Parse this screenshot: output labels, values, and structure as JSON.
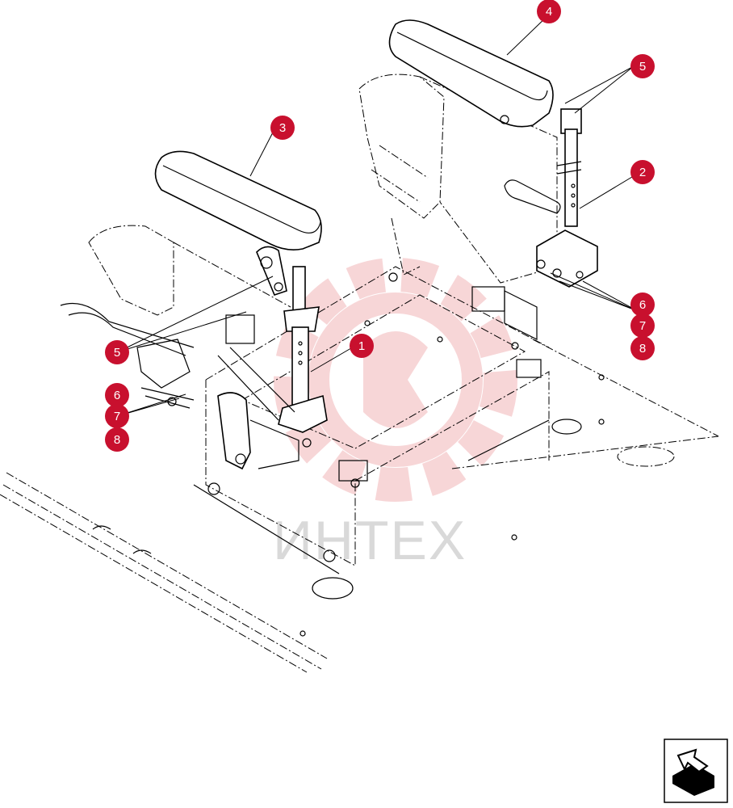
{
  "diagram": {
    "watermark_text": "ИНТЕХ",
    "callouts": [
      {
        "id": "c1",
        "label": "1"
      },
      {
        "id": "c2",
        "label": "2"
      },
      {
        "id": "c3",
        "label": "3"
      },
      {
        "id": "c4",
        "label": "4"
      },
      {
        "id": "c5a",
        "label": "5"
      },
      {
        "id": "c5b",
        "label": "5"
      },
      {
        "id": "c6a",
        "label": "6"
      },
      {
        "id": "c7a",
        "label": "7"
      },
      {
        "id": "c8a",
        "label": "8"
      },
      {
        "id": "c6b",
        "label": "6"
      },
      {
        "id": "c7b",
        "label": "7"
      },
      {
        "id": "c8b",
        "label": "8"
      }
    ],
    "colors": {
      "callout": "#c8102e",
      "watermark": "#f2b5b8",
      "line": "#000000"
    },
    "nav_icon": "next-page-arrow-icon"
  }
}
